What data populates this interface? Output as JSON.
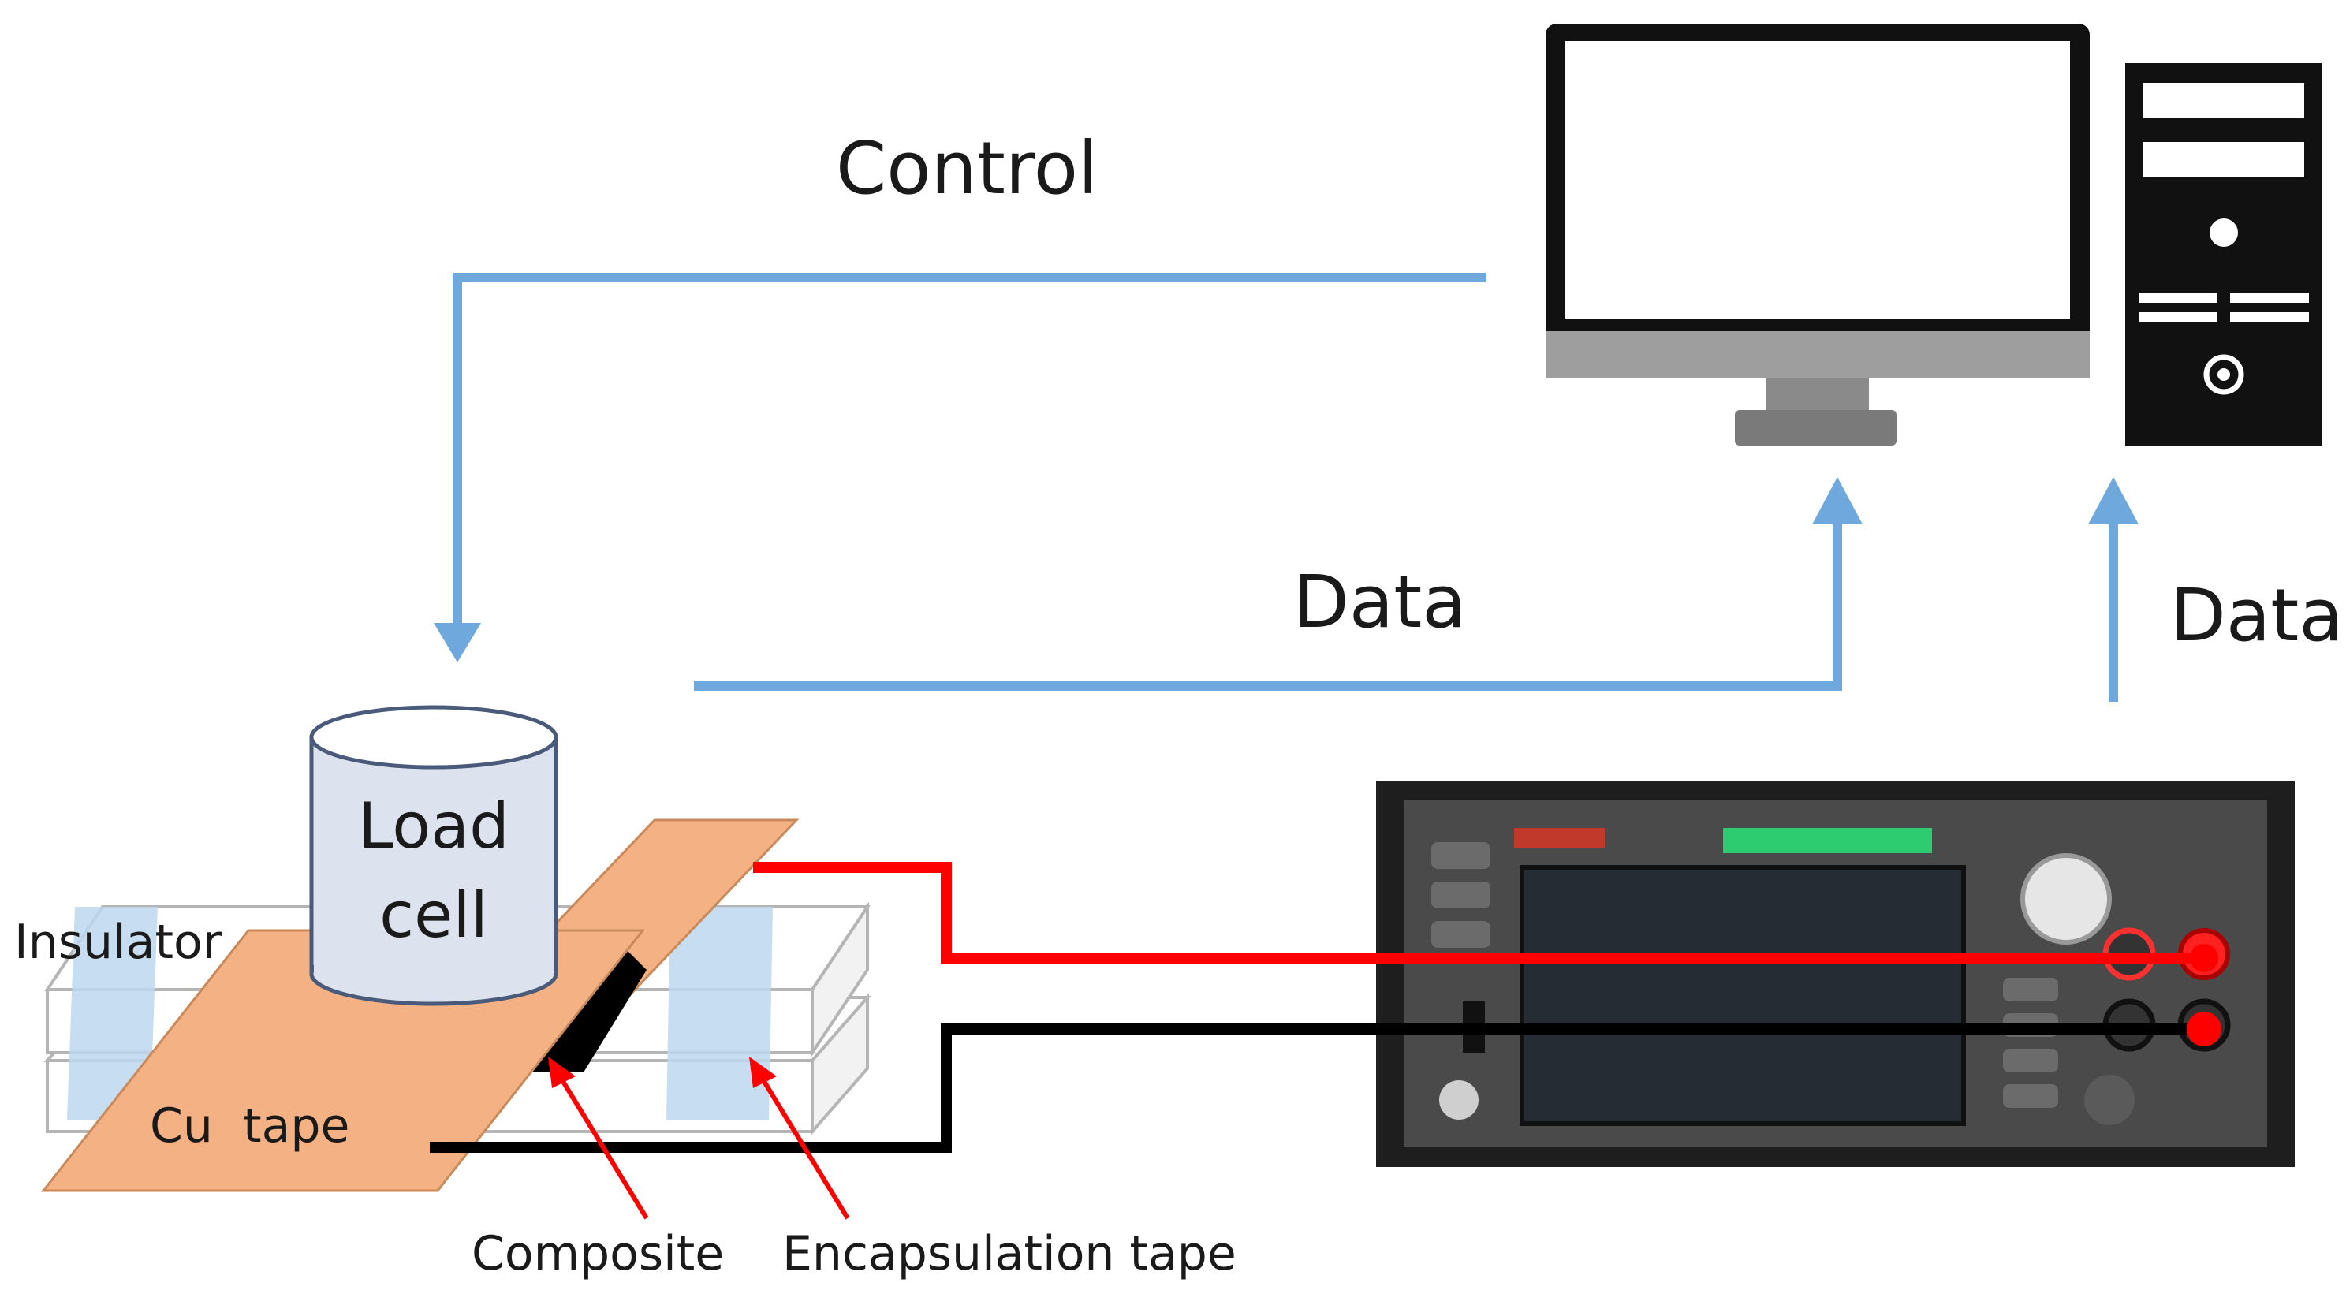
{
  "labels": {
    "control": "Control",
    "data_left": "Data",
    "data_right": "Data",
    "load_cell_line1": "Load",
    "load_cell_line2": "cell",
    "insulator": "Insulator",
    "cu_tape": "Cu  tape",
    "composite": "Composite",
    "encapsulation_tape": "Encapsulation tape"
  },
  "colors": {
    "arrow": "#6fa8dc",
    "red_wire": "#ff0000",
    "black_wire": "#000000",
    "cu_tape": "#f4b183",
    "encapsulation": "#bdd7ee",
    "monitor_frame": "#111111",
    "monitor_bezel": "#9e9e9e",
    "multimeter_panel": "#2f2f2f",
    "multimeter_screen": "#262c33"
  }
}
